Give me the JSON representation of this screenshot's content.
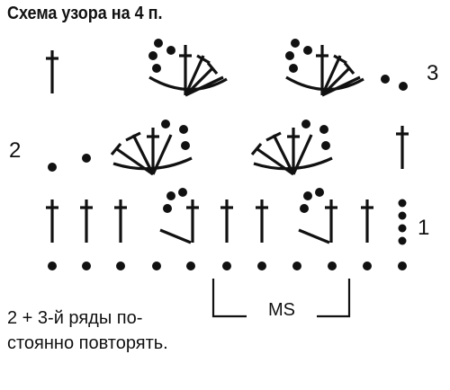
{
  "title": "Схема узора на 4 п.",
  "row_labels": {
    "row1": "1",
    "row2": "2",
    "row3": "3"
  },
  "repeat_label": "MS",
  "note": "2 + 3-й ряды по-\nстоянно повторять.",
  "colors": {
    "ink": "#111111",
    "background": "#ffffff"
  }
}
